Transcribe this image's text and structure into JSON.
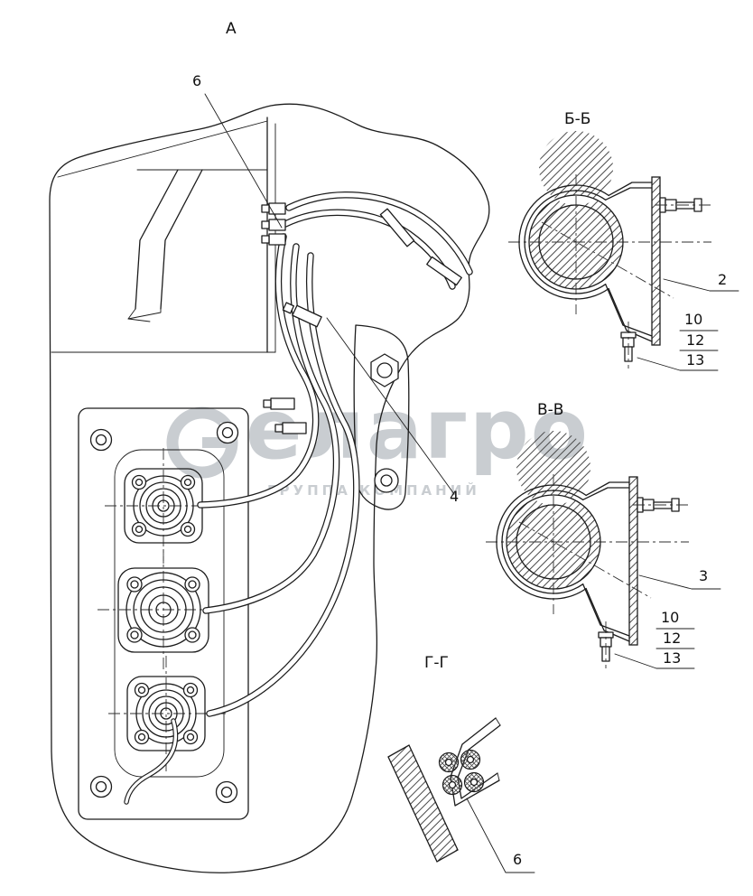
{
  "canvas": {
    "background": "#ffffff",
    "line_color": "#1c1c1c"
  },
  "watermark": {
    "brand_text": "елагро",
    "subtitle": "ГРУППА КОМПАНИЙ",
    "color": "#c9cdd1"
  },
  "drawing": {
    "view_label": "А",
    "sections": [
      {
        "id": "bb",
        "title": "Б-Б"
      },
      {
        "id": "vv",
        "title": "В-В"
      },
      {
        "id": "gg",
        "title": "Г-Г"
      }
    ],
    "callouts": {
      "c6_top": "6",
      "c4": "4",
      "c2": "2",
      "c3": "3",
      "c6_bottom": "6",
      "bb_stack": [
        "10",
        "12",
        "13"
      ],
      "vv_stack": [
        "10",
        "12",
        "13"
      ]
    }
  }
}
